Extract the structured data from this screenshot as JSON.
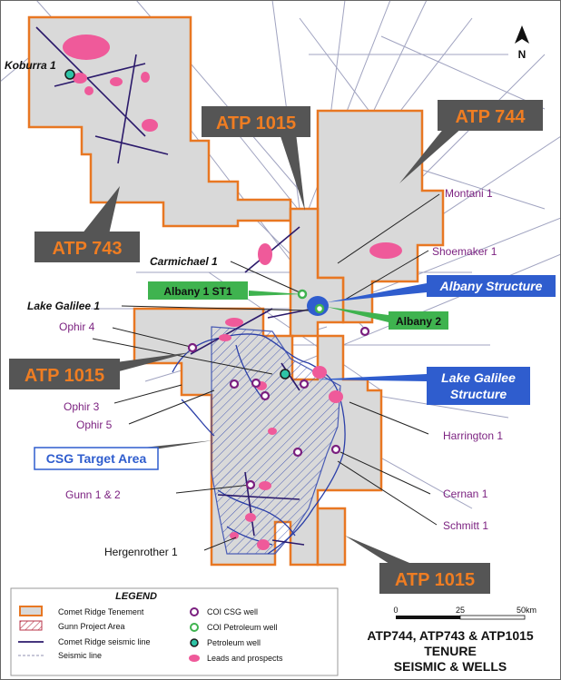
{
  "map": {
    "tenement_labels": {
      "atp744": "ATP 744",
      "atp743": "ATP 743",
      "atp1015_top": "ATP 1015",
      "atp1015_left": "ATP 1015",
      "atp1015_bottom": "ATP 1015"
    },
    "wells": {
      "koburra": "Koburra 1",
      "montani": "Montani 1",
      "shoemaker": "Shoemaker 1",
      "carmichael": "Carmichael 1",
      "albany_st1": "Albany 1 ST1",
      "albany2": "Albany 2",
      "lake_galilee": "Lake Galilee 1",
      "ophir4": "Ophir 4",
      "ophir3": "Ophir 3",
      "ophir5": "Ophir 5",
      "harrington": "Harrington 1",
      "cernan": "Cernan 1",
      "schmitt": "Schmitt 1",
      "gunn": "Gunn 1 & 2",
      "hergenrother": "Hergenrother 1"
    },
    "structures": {
      "albany": "Albany Structure",
      "lake_galilee_1": "Lake Galilee",
      "lake_galilee_2": "Structure"
    },
    "csg_target": "CSG Target Area",
    "north": "N",
    "scale": {
      "zero": "0",
      "mid": "25",
      "end": "50km"
    },
    "title": [
      "ATP744, ATP743 & ATP1015",
      "TENURE",
      "SEISMIC & WELLS"
    ]
  },
  "legend": {
    "title": "LEGEND",
    "items": {
      "tenement": "Comet Ridge Tenement",
      "gunn_area": "Gunn Project Area",
      "cr_seismic": "Comet Ridge seismic line",
      "seismic": "Seismic line",
      "csg_well": "COI CSG well",
      "petroleum_well": "COI Petroleum well",
      "pet_well": "Petroleum well",
      "leads": "Leads and prospects"
    }
  },
  "colors": {
    "tenement_fill": "#d9d9d9",
    "tenement_border": "#e87722",
    "callout_grey": "#555555",
    "callout_text": "#ef7d22",
    "well_purple": "#7a1f7f",
    "green_box": "#3fb34f",
    "blue_box": "#2f5dce",
    "lead_pink": "#ef5a9a",
    "seismic_dark": "#2b1a6b",
    "seismic_light": "#8f8fb0"
  }
}
